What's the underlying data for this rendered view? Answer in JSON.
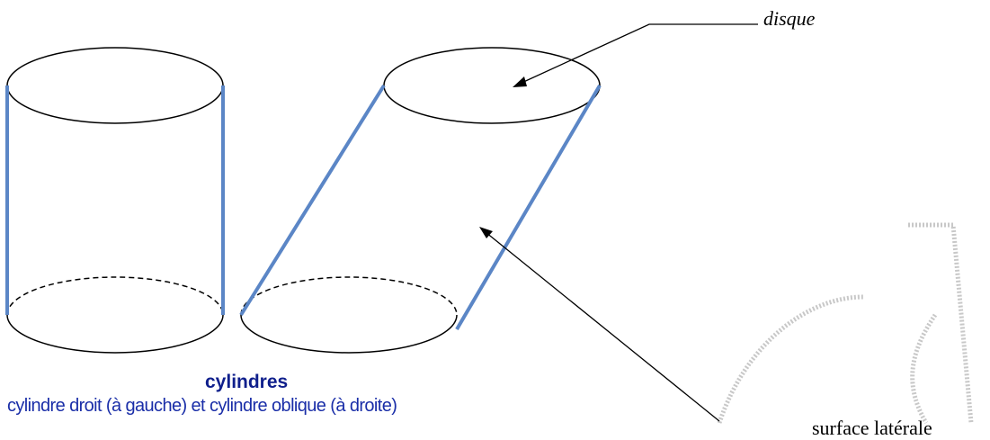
{
  "labels": {
    "disque": "disque",
    "surface": "surface latérale"
  },
  "caption": {
    "title": "cylindres",
    "subtitle": "cylindre droit (à gauche) et cylindre oblique (à droite)"
  },
  "colors": {
    "generatrix": "#5b86c6",
    "outline": "#000000",
    "caption_title": "#0f1f8c",
    "caption_sub": "#1a2ea8",
    "watermark": "#c8c8c8"
  }
}
